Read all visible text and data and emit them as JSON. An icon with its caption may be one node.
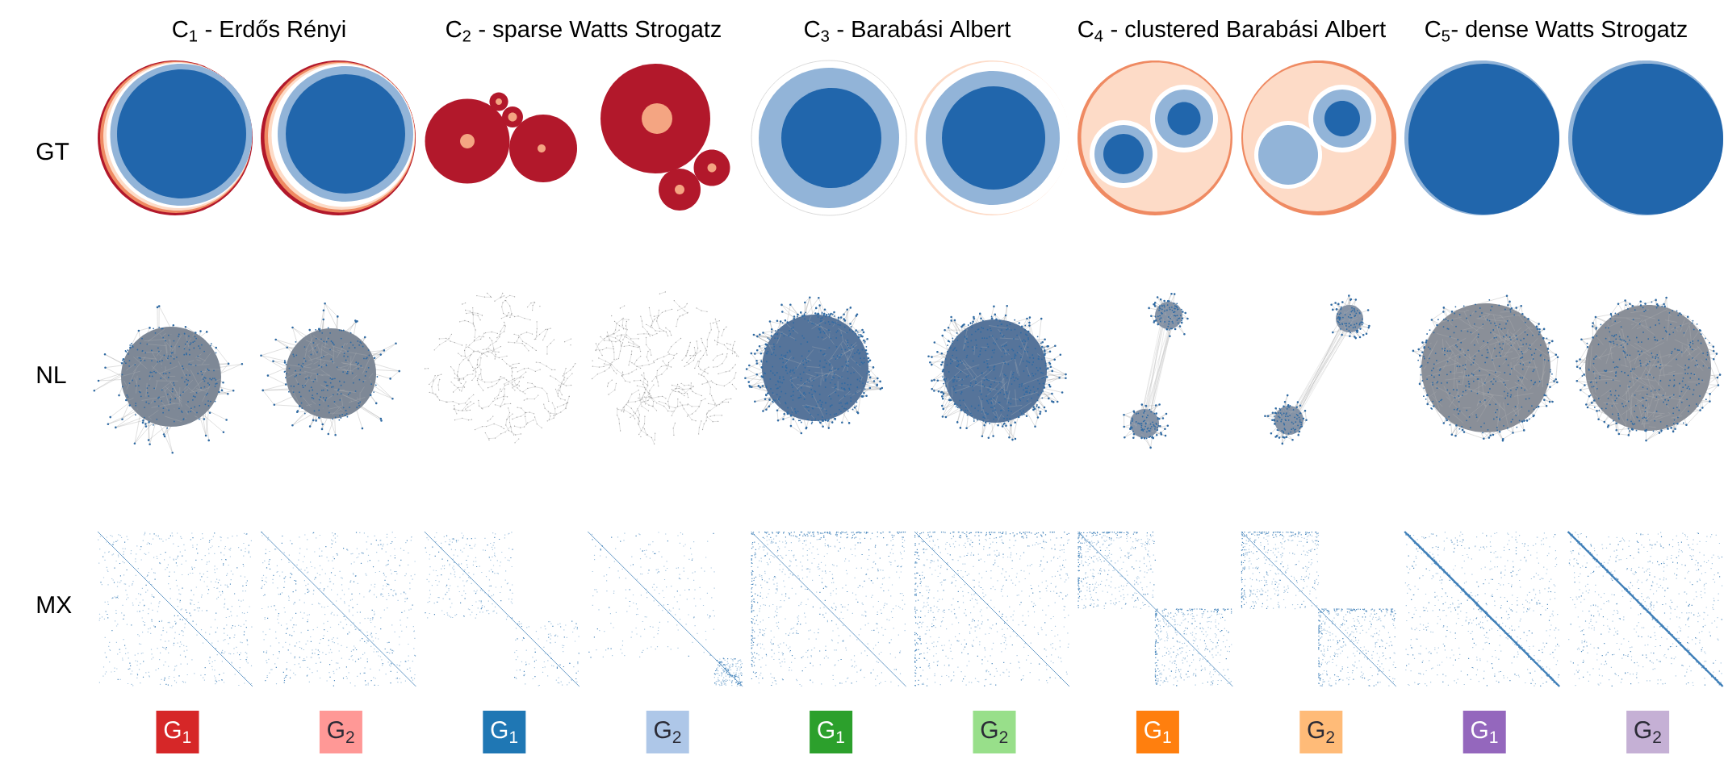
{
  "diagram": {
    "labels": [
      "C$_{1}$ - Erdős Rényi",
      "C$_{2}$ - sparse Watts Strogatz",
      "C$_{3}$ - Barabási Albert",
      "C$_{4}$ - clustered Barabási Albert",
      "C$_{5}$- dense Watts Strogatz",
      "GT",
      "NL",
      "MX"
    ],
    "legend": [
      {
        "text": "G$_{1}$",
        "color": "#d62728"
      },
      {
        "text": "G$_{2}$",
        "color": "#ff9896"
      },
      {
        "text": "G$_{1}$",
        "color": "#1f77b4"
      },
      {
        "text": "G$_{2}$",
        "color": "#aec7e8"
      },
      {
        "text": "G$_{1}$",
        "color": "#2ca02c"
      },
      {
        "text": "G$_{2}$",
        "color": "#98df8a"
      },
      {
        "text": "G$_{1}$",
        "color": "#ff7f0e"
      },
      {
        "text": "G$_{2}$",
        "color": "#ffbb78"
      },
      {
        "text": "G$_{1}$",
        "color": "#9467bd"
      },
      {
        "text": "G$_{2}$",
        "color": "#c5b0d5"
      }
    ]
  }
}
